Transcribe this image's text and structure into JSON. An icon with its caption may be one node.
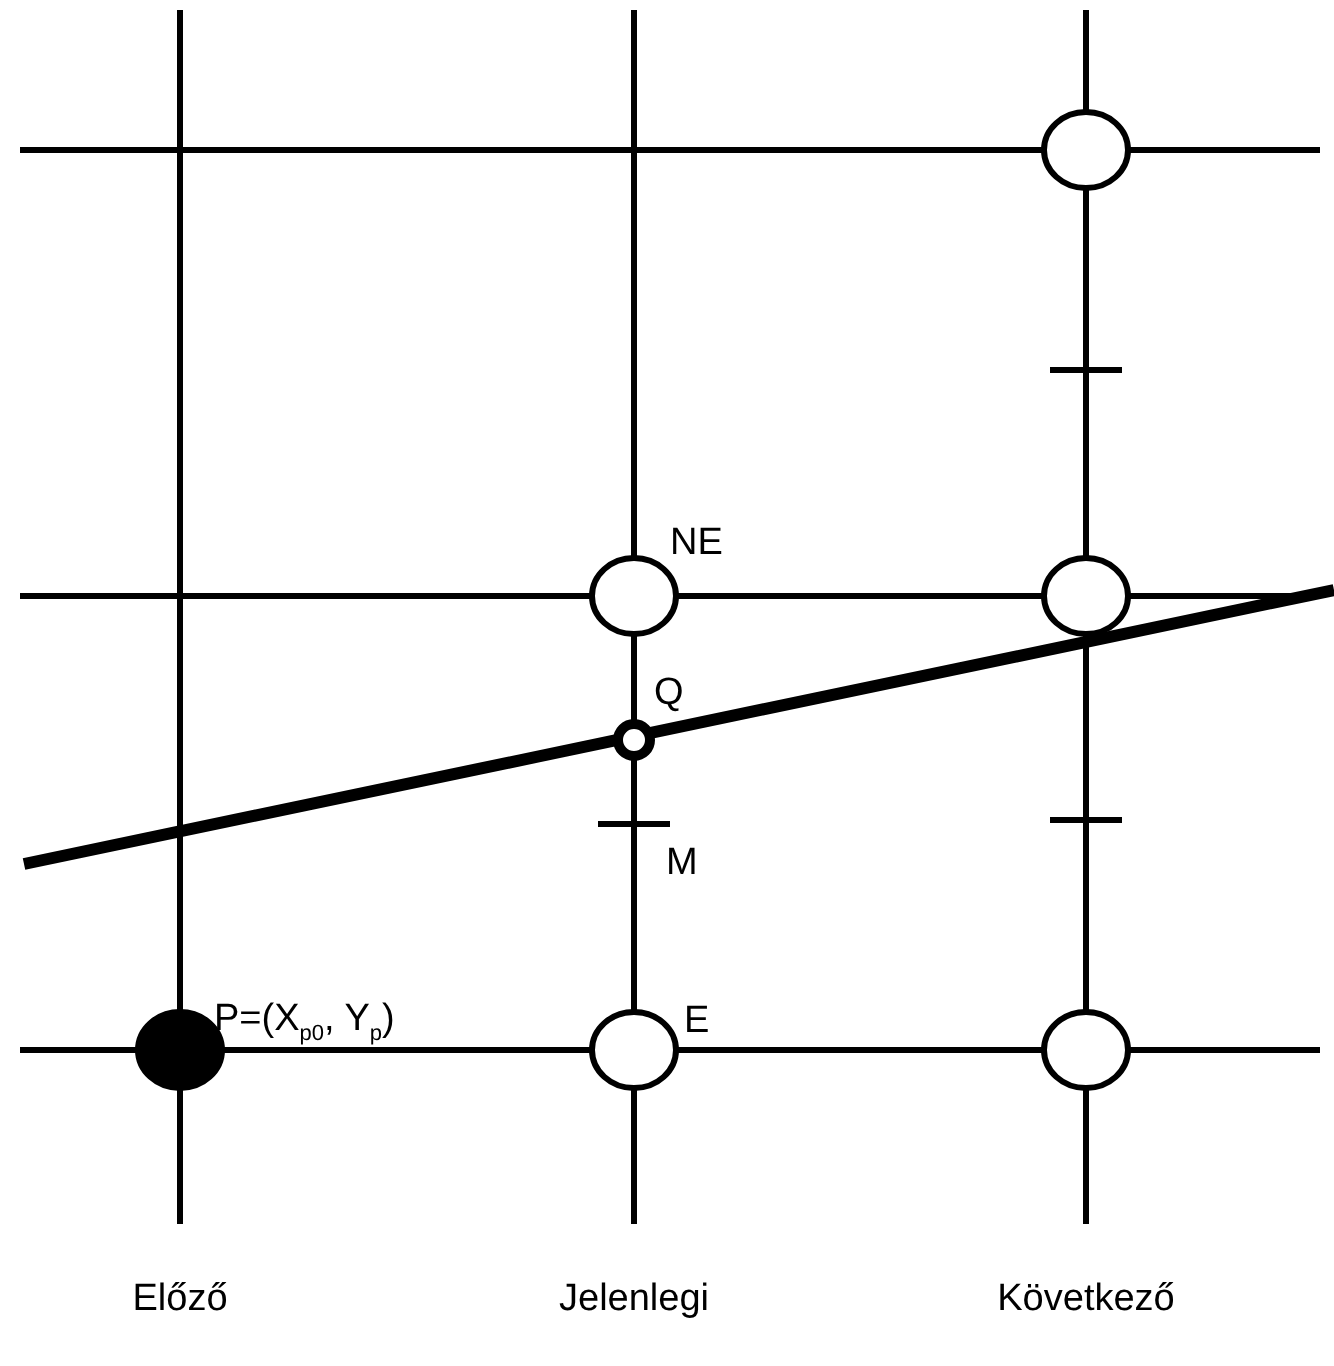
{
  "diagram": {
    "labels": [
      "NE",
      "Q",
      "M",
      "P=(X$_{p0}$, Y$_{p}$)",
      "E",
      "Előző",
      "Jelenlegi",
      "Következő"
    ]
  }
}
